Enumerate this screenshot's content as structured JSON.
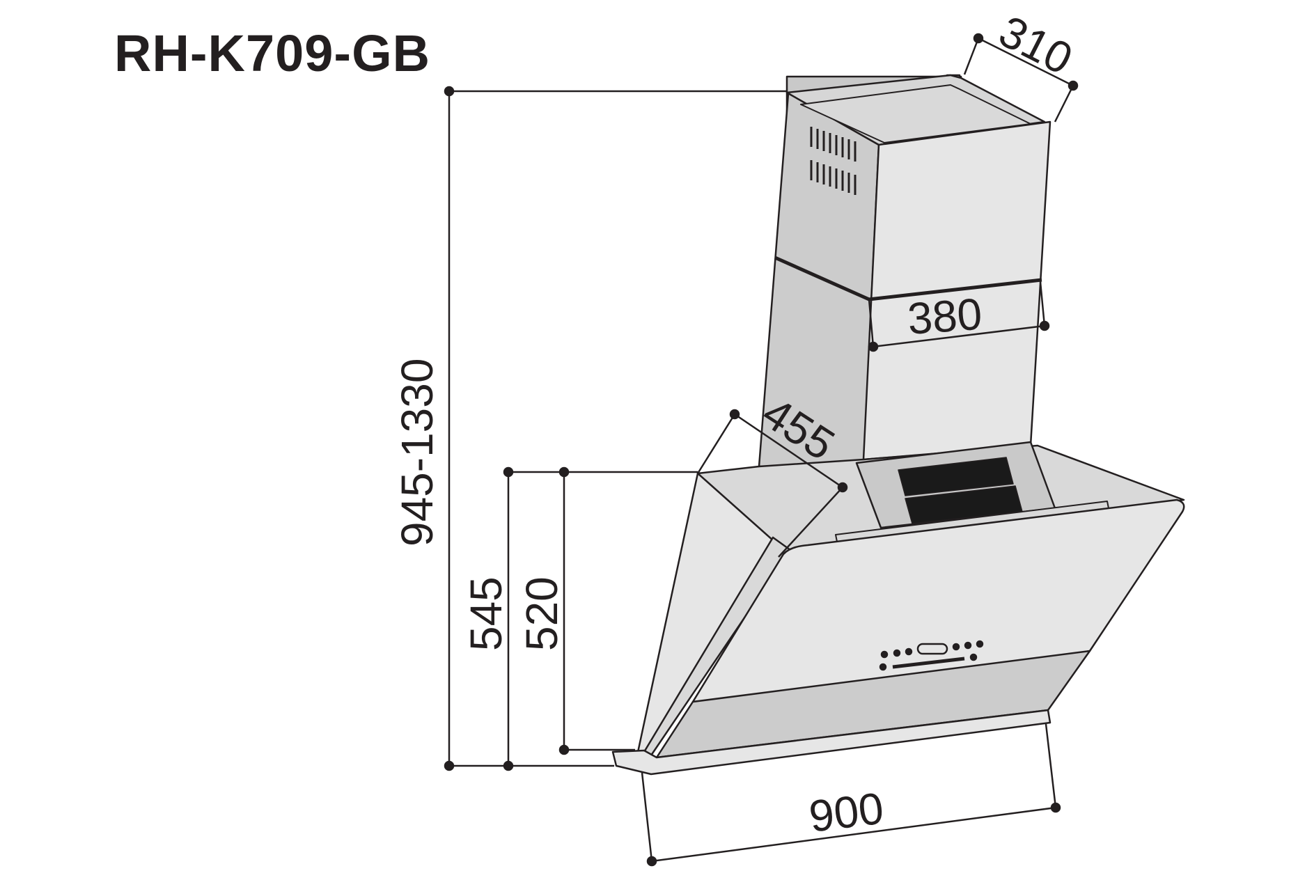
{
  "title": "RH-K709-GB",
  "dimensions": {
    "chimney_depth": "310",
    "chimney_width": "380",
    "hood_depth": "455",
    "total_height": "945-1330",
    "hood_height_outer": "545",
    "hood_height_inner": "520",
    "hood_width": "900"
  },
  "colors": {
    "line": "#231f20",
    "fill_light": "#e6e6e6",
    "fill_mid": "#d9d9d9",
    "fill_dark": "#c9c9c9",
    "vent_dark": "#1a1a1a"
  }
}
